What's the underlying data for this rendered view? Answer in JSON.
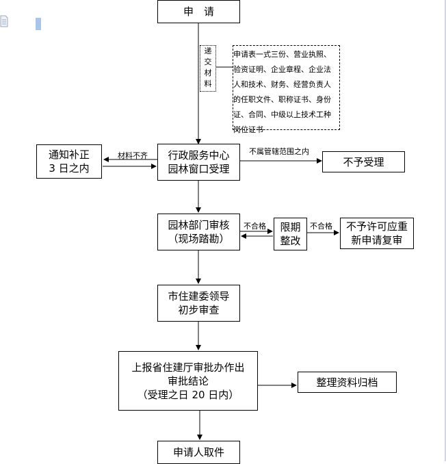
{
  "nodes": {
    "apply": "申　请",
    "submit_label": "递\n交\n材\n料",
    "materials": "申请表一式三份、营业执照、\n验资证明、企业章程、企业法\n人和技术、财务、经营负责人\n的任职文件、职称证书、身份\n证、合同、中级以上技术工种\n岗位证书",
    "notify": "通知补正\n3 日之内",
    "window": "行政服务中心\n园林窗口受理",
    "reject": "不予受理",
    "inspect": "园林部门审核\n（现场踏勘）",
    "rectify": "限期\n整改",
    "not_permit": "不予许可应重\n新申请复审",
    "leader": "市住建委领导\n初步审查",
    "report": "上报省住建厅审批办作出\n审批结论\n（受理之日 20 日内）",
    "archive": "整理资料归档",
    "pickup": "申请人取件"
  },
  "edges": {
    "incomplete": "材料不齐",
    "out_of_scope": "不属管辖范围之内",
    "fail_1": "不合格",
    "fail_2": "不合格"
  },
  "icons": [
    "document-icon",
    "text-cursor-icon"
  ]
}
